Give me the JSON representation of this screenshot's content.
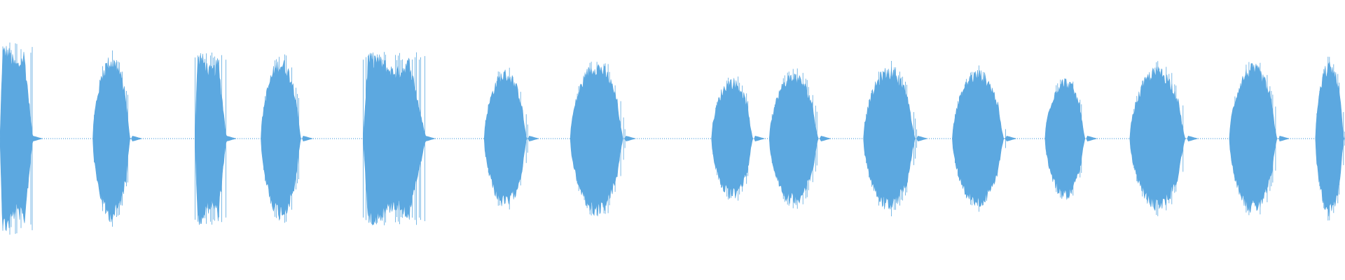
{
  "waveform": {
    "color": "#5ca8e0",
    "baseline_color": "#5ca8e0",
    "background": "#ffffff",
    "bursts": [
      {
        "start": 0.0,
        "end": 0.024,
        "amp": 0.34,
        "shape": "flat"
      },
      {
        "start": 0.069,
        "end": 0.098,
        "amp": 0.3,
        "shape": "round"
      },
      {
        "start": 0.145,
        "end": 0.168,
        "amp": 0.31,
        "shape": "flat"
      },
      {
        "start": 0.194,
        "end": 0.225,
        "amp": 0.29,
        "shape": "round"
      },
      {
        "start": 0.27,
        "end": 0.316,
        "amp": 0.31,
        "shape": "flat"
      },
      {
        "start": 0.36,
        "end": 0.393,
        "amp": 0.25,
        "shape": "round"
      },
      {
        "start": 0.424,
        "end": 0.465,
        "amp": 0.28,
        "shape": "round"
      },
      {
        "start": 0.529,
        "end": 0.561,
        "amp": 0.22,
        "shape": "round"
      },
      {
        "start": 0.572,
        "end": 0.61,
        "amp": 0.24,
        "shape": "round"
      },
      {
        "start": 0.642,
        "end": 0.682,
        "amp": 0.26,
        "shape": "round"
      },
      {
        "start": 0.708,
        "end": 0.748,
        "amp": 0.25,
        "shape": "round"
      },
      {
        "start": 0.777,
        "end": 0.808,
        "amp": 0.22,
        "shape": "round"
      },
      {
        "start": 0.84,
        "end": 0.883,
        "amp": 0.26,
        "shape": "round"
      },
      {
        "start": 0.914,
        "end": 0.951,
        "amp": 0.27,
        "shape": "round"
      },
      {
        "start": 0.978,
        "end": 1.0,
        "amp": 0.28,
        "shape": "round"
      }
    ]
  }
}
